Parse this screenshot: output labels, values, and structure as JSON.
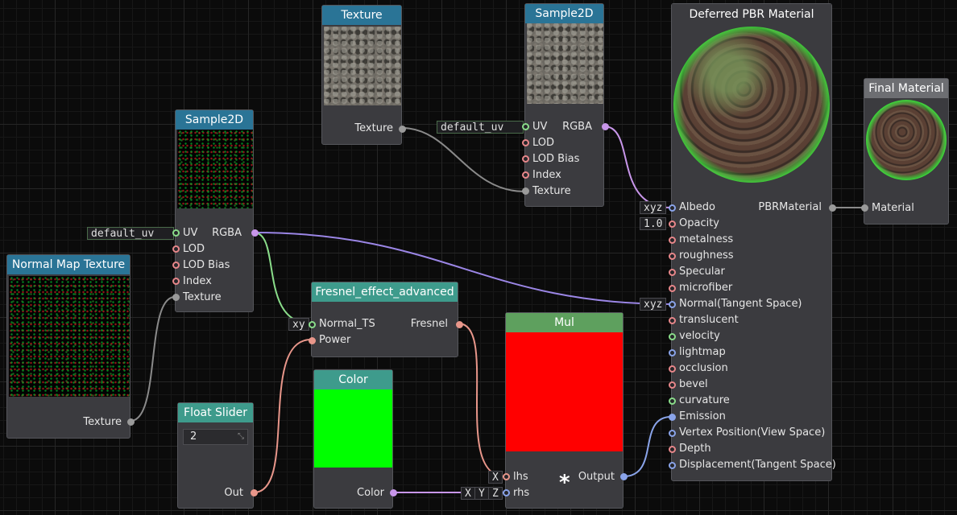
{
  "nodes": {
    "texture_top": {
      "title": "Texture",
      "out_label": "Texture"
    },
    "sample_top": {
      "title": "Sample2D",
      "uv_value": "default_uv",
      "inputs": [
        "UV",
        "LOD",
        "LOD Bias",
        "Index",
        "Texture"
      ],
      "out_label": "RGBA"
    },
    "pbr": {
      "title": "Deferred PBR Material",
      "out_label": "PBRMaterial",
      "albedo_chip": "xyz",
      "opacity_chip": "1.0",
      "normal_chip": "xyz",
      "inputs": [
        "Albedo",
        "Opacity",
        "metalness",
        "roughness",
        "Specular",
        "microfiber",
        "Normal(Tangent Space)",
        "translucent",
        "velocity",
        "lightmap",
        "occlusion",
        "bevel",
        "curvature",
        "Emission",
        "Vertex Position(View Space)",
        "Depth",
        "Displacement(Tangent Space)"
      ]
    },
    "final": {
      "title": "Final Material",
      "in_label": "Material"
    },
    "sample_left": {
      "title": "Sample2D",
      "uv_value": "default_uv",
      "inputs": [
        "UV",
        "LOD",
        "LOD Bias",
        "Index",
        "Texture"
      ],
      "out_label": "RGBA"
    },
    "normal_tex": {
      "title": "Normal Map Texture",
      "out_label": "Texture"
    },
    "fresnel": {
      "title": "Fresnel_effect_advanced",
      "chip": "xy",
      "inputs": [
        "Normal_TS",
        "Power"
      ],
      "out_label": "Fresnel"
    },
    "float_slider": {
      "title": "Float Slider",
      "value": "2",
      "out_label": "Out"
    },
    "color": {
      "title": "Color",
      "out_label": "Color",
      "swatch_color": "#00ff00"
    },
    "mul": {
      "title": "Mul",
      "lhs_chip": "X",
      "rhs_chips": [
        "X",
        "Y",
        "Z"
      ],
      "inputs": [
        "lhs",
        "rhs"
      ],
      "out_label": "Output",
      "operator": "*",
      "preview_color": "#ff0000"
    }
  },
  "colors": {
    "canvas_bg": "#0b0b0b",
    "node_bg": "#3b3b3f",
    "header_blue": "#2a7496",
    "header_teal": "#3e9b8c",
    "header_green": "#5ea05e",
    "wire_purple": "#c896ea",
    "wire_salmon": "#e8968a",
    "wire_gray": "#8a8a8a",
    "wire_green": "#8add8a",
    "wire_blue": "#8aa4ea"
  },
  "icons": {
    "slider_drag": "resize-drag-icon",
    "wire": "connection-wire"
  }
}
